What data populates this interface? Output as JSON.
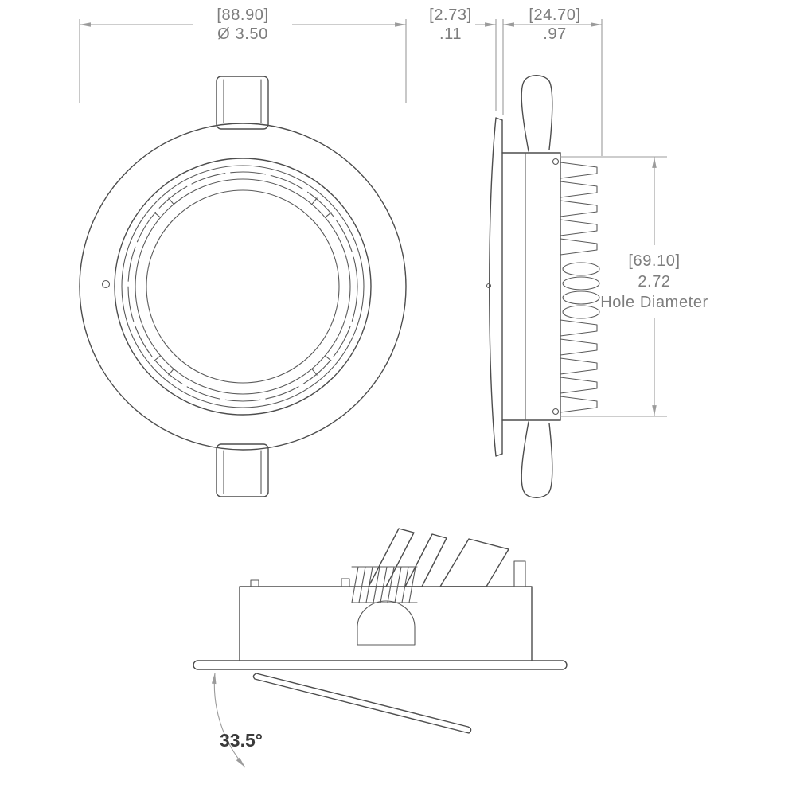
{
  "style": {
    "background": "#ffffff",
    "line_color": "#4d4d4d",
    "dimension_line_color": "#9b9b9b",
    "dimension_text_color": "#7d7d7d",
    "angle_text_color": "#3a3a3a"
  },
  "dimensions": {
    "overall_diameter": {
      "metric": "[88.90]",
      "imperial": "Ø 3.50"
    },
    "flange_thickness": {
      "metric": "[2.73]",
      "imperial": ".11"
    },
    "recess_depth": {
      "metric": "[24.70]",
      "imperial": ".97"
    },
    "hole_diameter": {
      "metric": "[69.10]",
      "imperial": "2.72",
      "label": "Hole Diameter"
    },
    "tilt_angle": {
      "value": "33.5°"
    }
  }
}
